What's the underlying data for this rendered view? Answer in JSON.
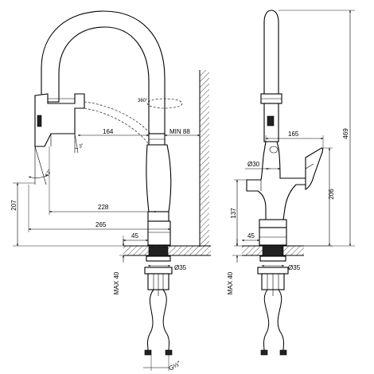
{
  "drawing": {
    "left_view": {
      "dimensions": {
        "rotation": "360°",
        "spout_reach": "164",
        "wall_distance": "MIN 88",
        "head_tilt": "3°",
        "angle_small": "12°",
        "height": "207",
        "inner_reach": "228",
        "total_reach": "265",
        "deck_offset": "45",
        "thread_diameter": "Ø35",
        "max_thickness": "MAX 40",
        "hose_thread": "G½\""
      }
    },
    "right_view": {
      "dimensions": {
        "total_height": "469",
        "handle_width": "165",
        "body_diameter": "Ø30",
        "handle_height": "206",
        "outlet_height": "137",
        "deck_offset": "45",
        "thread_diameter": "Ø35",
        "max_thickness": "MAX 40"
      }
    }
  }
}
